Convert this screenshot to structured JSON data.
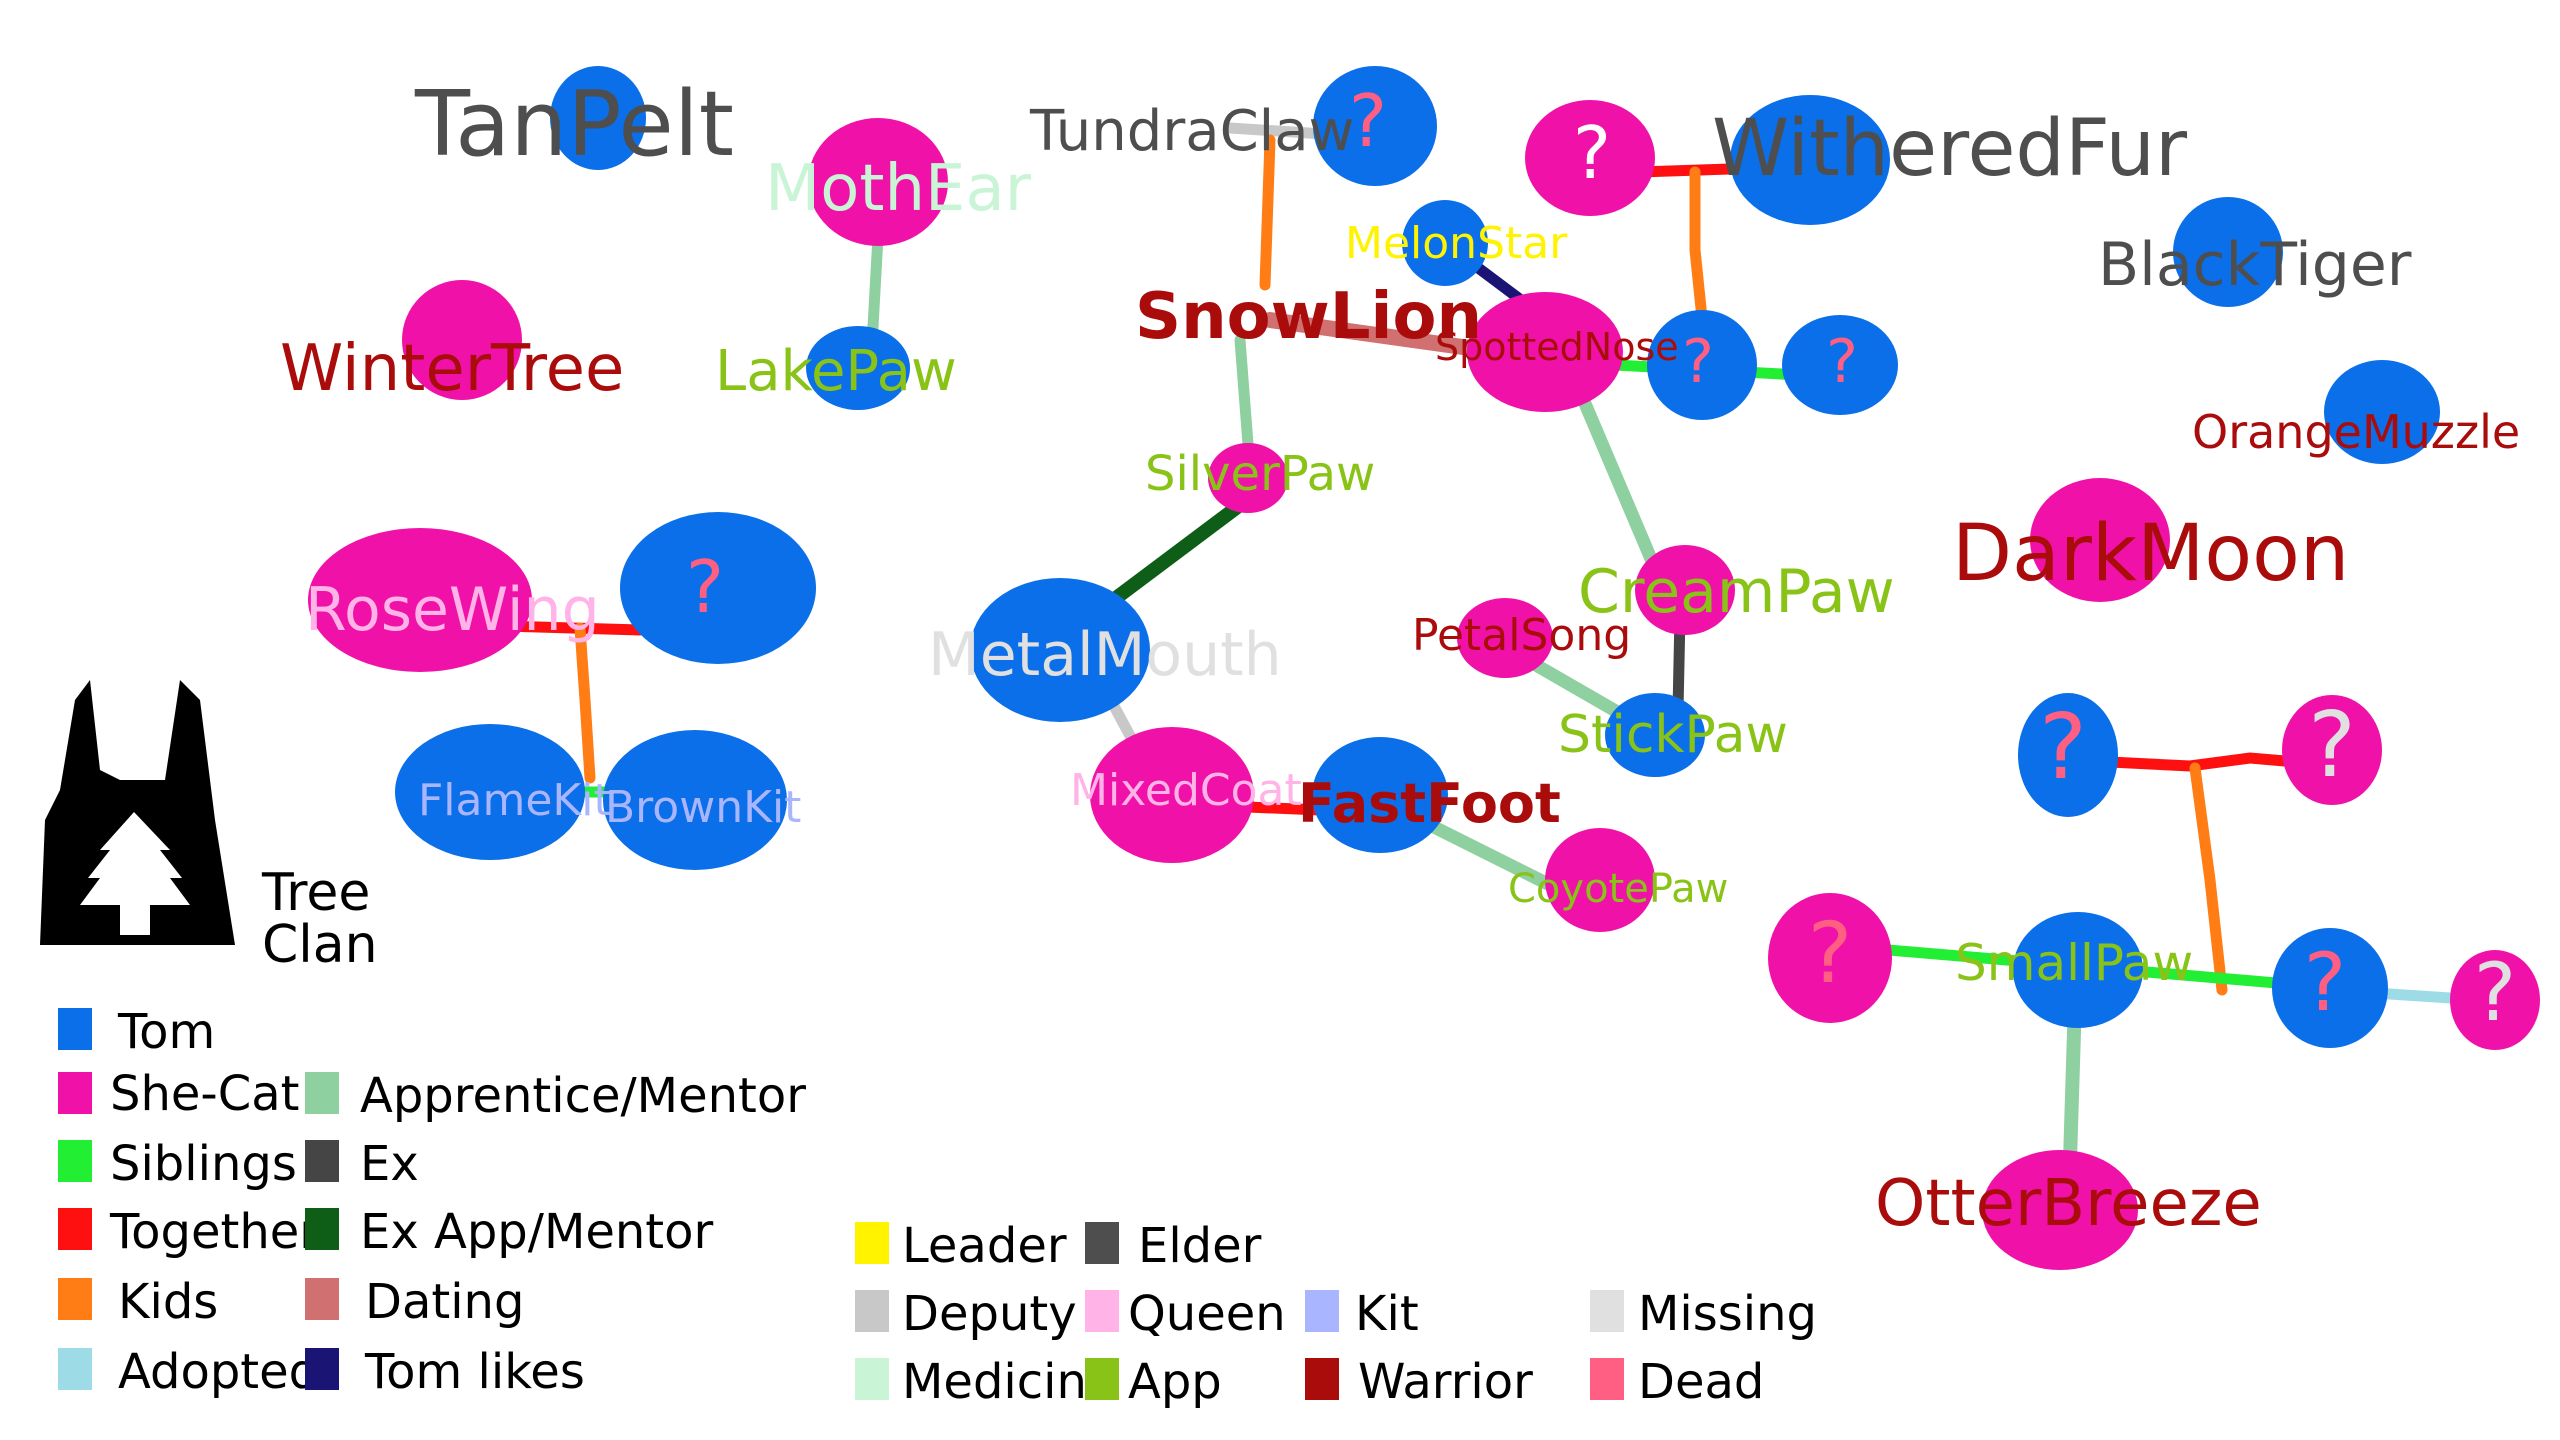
{
  "colors": {
    "tom": "#0a6fe8",
    "shecat": "#f012a8",
    "siblings": "#22ee33",
    "together": "#ff1010",
    "kids": "#ff7d14",
    "adopted": "#9ddce6",
    "apprentice_mentor": "#8fd0a0",
    "ex": "#454545",
    "ex_app_mentor": "#0f5e18",
    "dating": "#d07070",
    "tom_likes": "#1a1475",
    "rank_leader": "#fff300",
    "rank_deputy": "#c8c8c8",
    "rank_medicine": "#c9f5d6",
    "rank_queen": "#ffb3e6",
    "rank_app": "#8ac317",
    "rank_kit": "#aab5ff",
    "rank_warrior": "#aa0c0c",
    "rank_elder": "#4e4e4e",
    "rank_missing": "#e0e0e0",
    "rank_dead": "#ff5f82"
  },
  "unknown_mark": "?",
  "cats": {
    "tanpelt": "TanPelt",
    "mothear": "MothEar",
    "lakepaw": "LakePaw",
    "wintertree": "WinterTree",
    "rosewing": "RoseWing",
    "flamekit": "FlameKit",
    "brownkit": "BrownKit",
    "tundraclaw": "TundraClaw",
    "snowlion": "SnowLion",
    "silverpaw": "SilverPaw",
    "metalmouth": "MetalMouth",
    "mixedcoat": "MixedCoat",
    "fastfoot": "FastFoot",
    "coyotepaw": "CoyotePaw",
    "melonstar": "MelonStar",
    "spottednose": "SpottedNose",
    "withered_fur": "WitheredFur",
    "creampaw": "CreamPaw",
    "petalsong": "PetalSong",
    "stickpaw": "StickPaw",
    "blacktiger": "BlackTiger",
    "orangemuzzle": "OrangeMuzzle",
    "darkmoon": "DarkMoon",
    "smallpaw": "SmallPaw",
    "otterbreeze": "OtterBreeze"
  },
  "clan": {
    "line1": "Tree",
    "line2": "Clan"
  },
  "legend_relations": {
    "tom": "Tom",
    "shecat": "She-Cat",
    "siblings": "Siblings",
    "together": "Together",
    "kids": "Kids",
    "adopted": "Adopted",
    "apprentice_mentor": "Apprentice/Mentor",
    "ex": "Ex",
    "ex_app_mentor": "Ex App/Mentor",
    "dating": "Dating",
    "tom_likes": "Tom likes"
  },
  "legend_ranks": {
    "leader": "Leader",
    "deputy": "Deputy",
    "medicine": "Medicine",
    "queen": "Queen",
    "app": "App",
    "kit": "Kit",
    "warrior": "Warrior",
    "elder": "Elder",
    "missing": "Missing",
    "dead": "Dead"
  }
}
